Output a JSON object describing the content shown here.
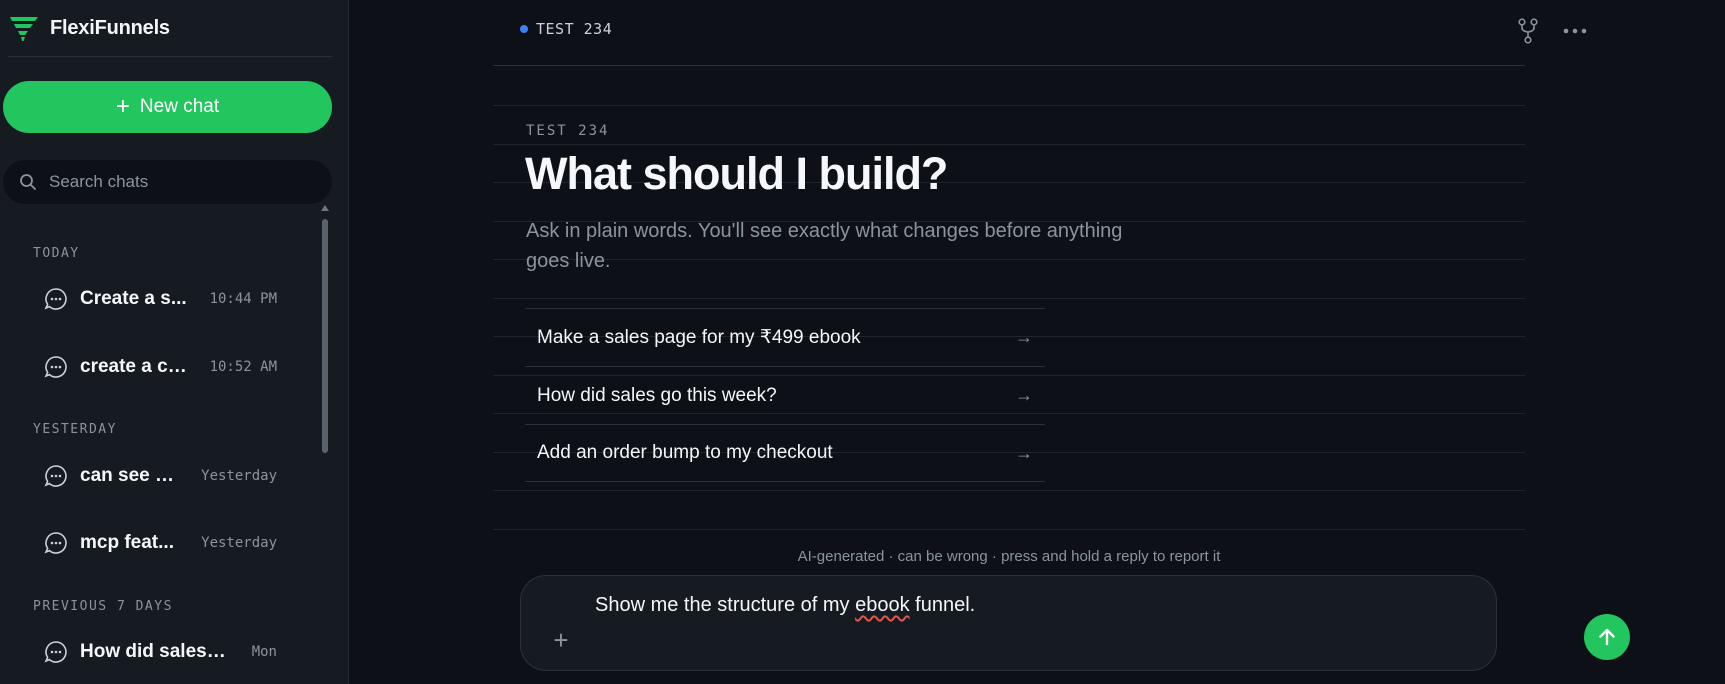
{
  "brand": {
    "name": "FlexiFunnels",
    "accent": "#22c55e"
  },
  "sidebar": {
    "new_chat_label": "New chat",
    "search_placeholder": "Search chats",
    "sections": [
      {
        "label": "TODAY",
        "items": [
          {
            "title": "Create a s...",
            "time": "10:44 PM"
          },
          {
            "title": "create a co...",
            "time": "10:52 AM"
          }
        ]
      },
      {
        "label": "YESTERDAY",
        "items": [
          {
            "title": "can see a ...",
            "time": "Yesterday"
          },
          {
            "title": "mcp feat...",
            "time": "Yesterday"
          }
        ]
      },
      {
        "label": "PREVIOUS 7 DAYS",
        "items": [
          {
            "title": "How did sales g...",
            "time": "Mon"
          }
        ]
      }
    ]
  },
  "header": {
    "project_name": "TEST 234",
    "status_color": "#3b82f6"
  },
  "main": {
    "eyebrow": "TEST 234",
    "headline": "What should I build?",
    "subline": "Ask in plain words. You'll see exactly what changes before anything goes live.",
    "suggestions": [
      {
        "label": "Make a sales page for my ₹499 ebook"
      },
      {
        "label": "How did sales go this week?"
      },
      {
        "label": "Add an order bump to my checkout"
      }
    ],
    "disclaimer": "AI-generated · can be wrong · press and hold a reply to report it"
  },
  "composer": {
    "text_before": "Show me the structure of my ",
    "text_misspelled": "ebook",
    "text_after": " funnel."
  }
}
